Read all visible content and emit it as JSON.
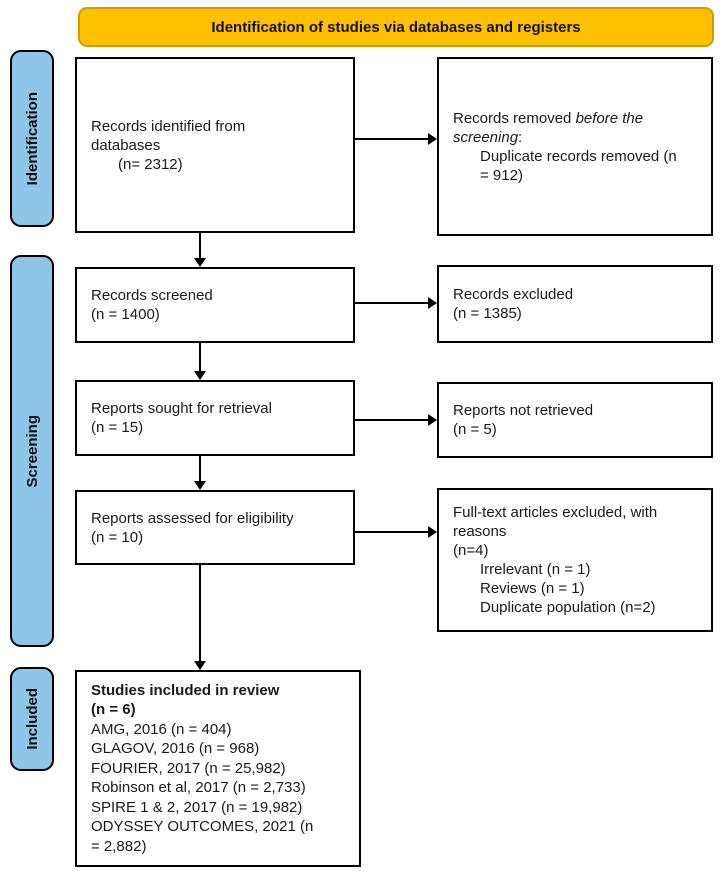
{
  "header": {
    "title": "Identification of studies via databases and registers"
  },
  "colors": {
    "banner_fill": "#FFC000",
    "banner_border": "#D09B00",
    "stage_fill": "#8DC6E9",
    "box_border": "#000000",
    "text": "#1a1a1a"
  },
  "stages": {
    "identification": "Identification",
    "screening": "Screening",
    "included": "Included"
  },
  "boxes": {
    "identified": {
      "lines": [
        "Records identified from",
        "databases",
        "(n= 2312)"
      ]
    },
    "removed": {
      "line1_pre": "Records removed ",
      "line1_italic": "before the",
      "line2_italic": "screening",
      "line2_post": ":",
      "detail_lines": [
        "Duplicate records removed (n",
        "= 912)"
      ]
    },
    "screened": {
      "lines": [
        "Records screened",
        "(n = 1400)"
      ]
    },
    "excluded": {
      "lines": [
        "Records excluded",
        "(n = 1385)"
      ]
    },
    "sought": {
      "lines": [
        "Reports sought for retrieval",
        "(n = 15)"
      ]
    },
    "not_retrieved": {
      "lines": [
        "Reports not retrieved",
        "(n = 5)"
      ]
    },
    "assessed": {
      "lines": [
        "Reports assessed for eligibility",
        "(n = 10)"
      ]
    },
    "fulltext_excluded": {
      "lines": [
        "Full-text articles excluded, with",
        "reasons",
        "(n=4)"
      ],
      "reason_lines": [
        "Irrelevant (n = 1)",
        "Reviews (n = 1)",
        "Duplicate population (n=2)"
      ]
    },
    "included_studies": {
      "title_lines": [
        "Studies included in review",
        "(n = 6)"
      ],
      "lines": [
        "AMG, 2016 (n = 404)",
        "GLAGOV, 2016 (n = 968)",
        "FOURIER, 2017 (n = 25,982)",
        "Robinson et al, 2017 (n = 2,733)",
        "SPIRE 1 & 2, 2017 (n = 19,982)",
        "ODYSSEY OUTCOMES, 2021 (n",
        "= 2,882)"
      ]
    }
  }
}
